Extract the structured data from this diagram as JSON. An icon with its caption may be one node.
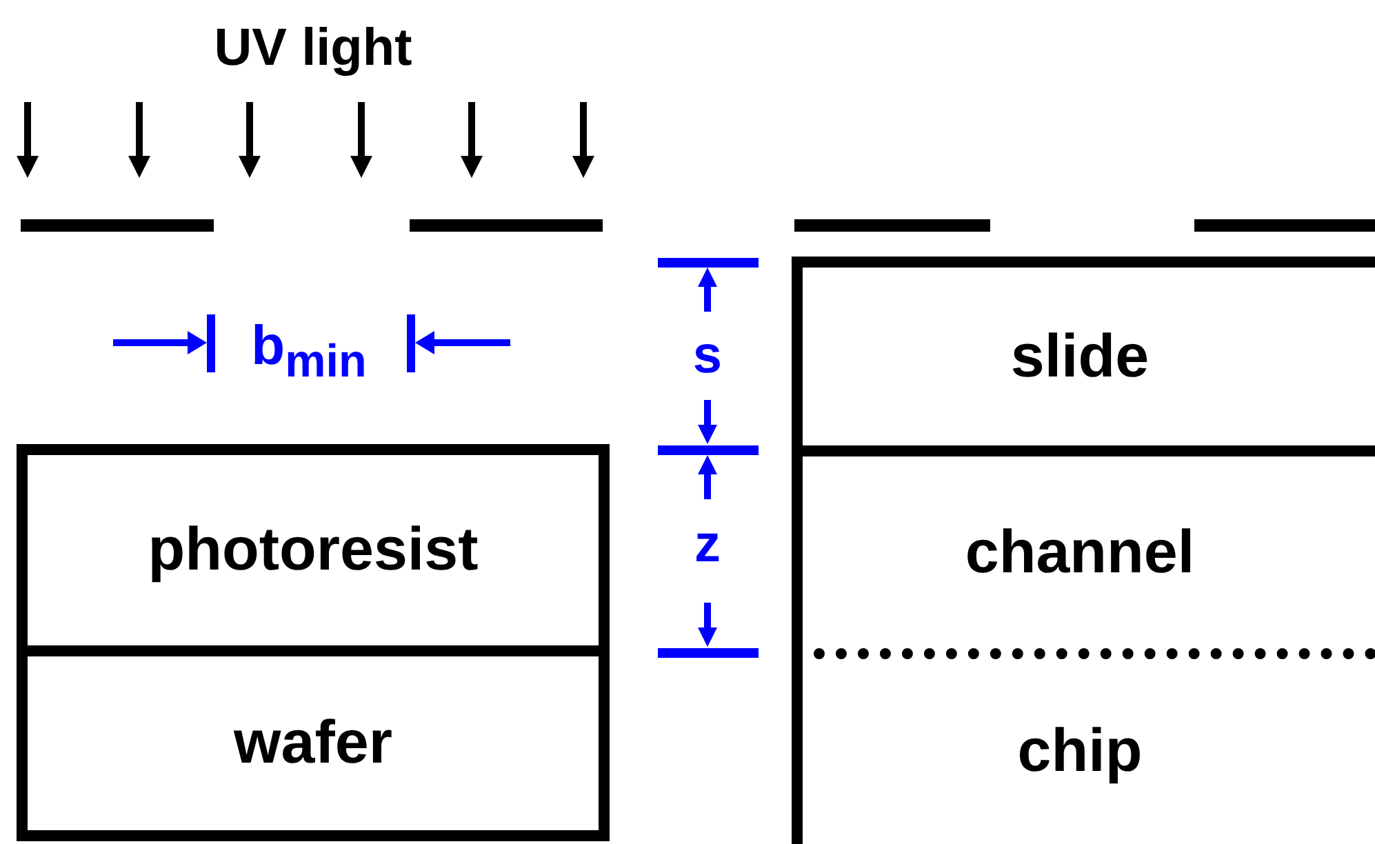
{
  "diagram": {
    "nodes": [
      {
        "text": [
          "photoresist"
        ]
      },
      {
        "text": [
          "wafer"
        ]
      },
      {
        "text": [
          "slide"
        ]
      },
      {
        "text": [
          "channel"
        ]
      },
      {
        "text": [
          "chip"
        ]
      }
    ],
    "labels": [
      "UV light",
      "b$_{min}$",
      "s",
      "z"
    ]
  }
}
